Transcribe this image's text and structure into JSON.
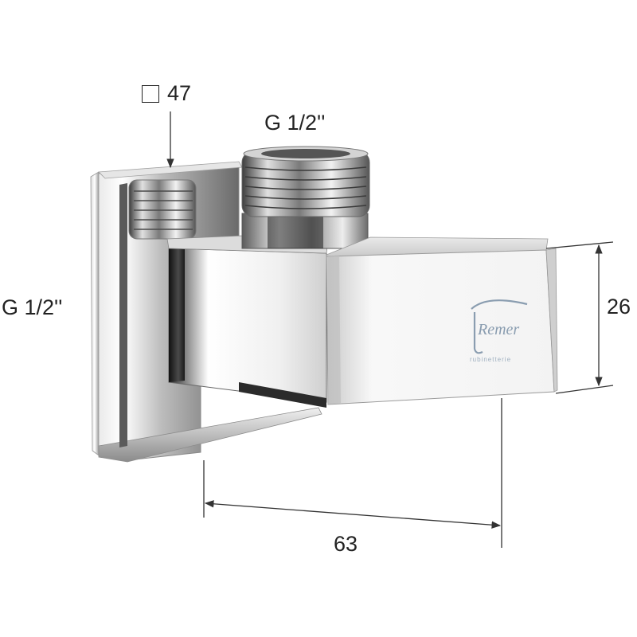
{
  "dimensions": {
    "square_symbol": "square-symbol",
    "square_size": "47",
    "top_thread": "G 1/2''",
    "side_thread": "G 1/2''",
    "height": "26",
    "length": "63"
  },
  "logo": {
    "brand_text": "Remer",
    "tagline_text": "rubinetterie"
  },
  "colors": {
    "chrome_dark": "#3a3a3a",
    "chrome_mid": "#9a9a9a",
    "chrome_light": "#f4f4f4",
    "dimension_line": "#333333",
    "logo": "#8a9db0"
  }
}
